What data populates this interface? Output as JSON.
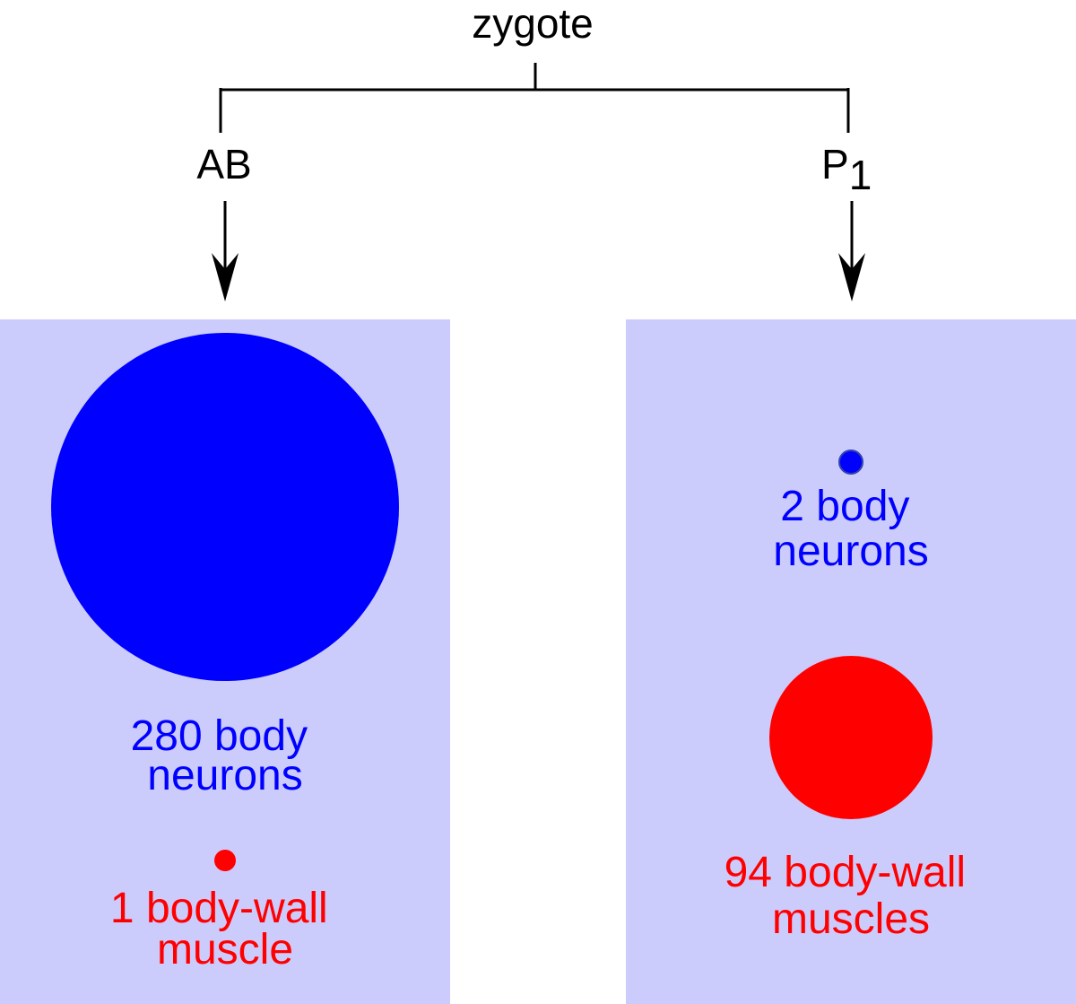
{
  "root": {
    "label": "zygote"
  },
  "branches": [
    {
      "label": "AB",
      "neurons": {
        "line1": "280 body",
        "line2": "neurons",
        "count": 280
      },
      "muscles": {
        "line1": "1 body-wall",
        "line2": "muscle",
        "count": 1
      }
    },
    {
      "label": "P",
      "label_subscript": "1",
      "neurons": {
        "line1": "2 body",
        "line2": "neurons",
        "count": 2
      },
      "muscles": {
        "line1": "94 body-wall",
        "line2": "muscles",
        "count": 94
      }
    }
  ],
  "colors": {
    "panel": "#cbcbfc",
    "neuron": "#0000ff",
    "muscle": "#ff0000",
    "line": "#000000"
  }
}
